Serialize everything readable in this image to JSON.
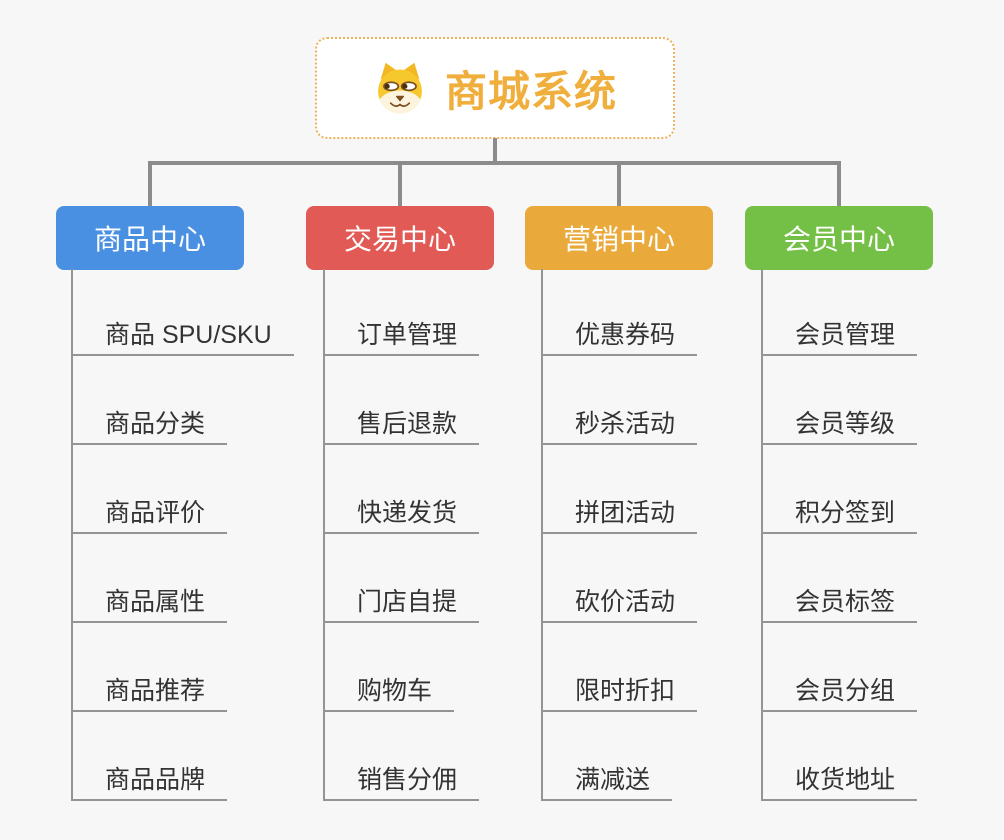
{
  "page": {
    "background": "#F7F7F7"
  },
  "root": {
    "title": "商城系统",
    "title_color": "#F0AE3C",
    "border_color": "#EDB25B",
    "icon": "doge-icon"
  },
  "connectors": {
    "color": "#8C8C8C",
    "sub_line_color": "#949494"
  },
  "branches": [
    {
      "label": "商品中心",
      "color": "#4A90E2",
      "items": [
        "商品 SPU/SKU",
        "商品分类",
        "商品评价",
        "商品属性",
        "商品推荐",
        "商品品牌"
      ]
    },
    {
      "label": "交易中心",
      "color": "#E15A55",
      "items": [
        "订单管理",
        "售后退款",
        "快递发货",
        "门店自提",
        "购物车",
        "销售分佣"
      ]
    },
    {
      "label": "营销中心",
      "color": "#EAA93B",
      "items": [
        "优惠券码",
        "秒杀活动",
        "拼团活动",
        "砍价活动",
        "限时折扣",
        "满减送"
      ]
    },
    {
      "label": "会员中心",
      "color": "#74BF45",
      "items": [
        "会员管理",
        "会员等级",
        "积分签到",
        "会员标签",
        "会员分组",
        "收货地址"
      ]
    }
  ]
}
